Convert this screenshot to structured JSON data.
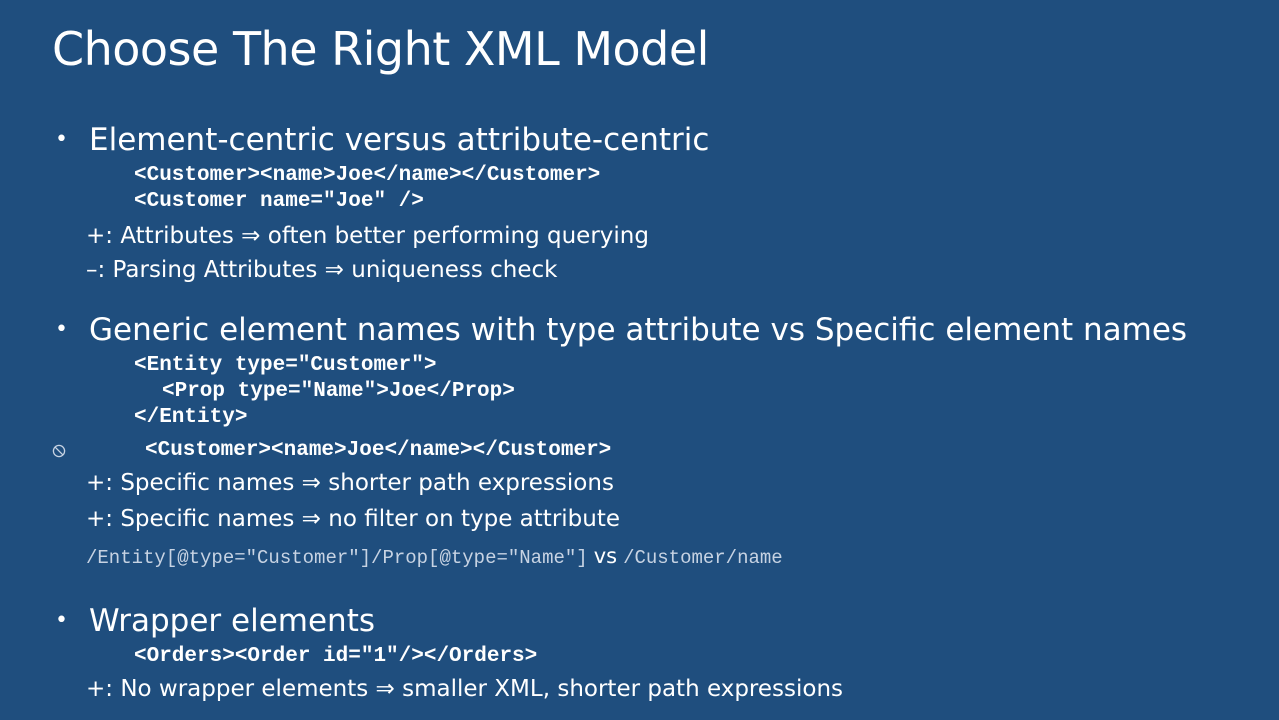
{
  "slide": {
    "title": "Choose The Right XML Model",
    "section1": {
      "heading": "Element-centric versus attribute-centric",
      "code1": "<Customer><name>Joe</name></Customer>",
      "code2": "<Customer name=\"Joe\" />",
      "note1": "+: Attributes ⇒ often better performing querying",
      "note2": "–: Parsing Attributes ⇒ uniqueness check"
    },
    "section2": {
      "heading": "Generic element names with type attribute vs Specific element names",
      "code1": "<Entity type=\"Customer\">",
      "code2": "<Prop type=\"Name\">Joe</Prop>",
      "code3": "</Entity>",
      "code4": "<Customer><name>Joe</name></Customer>",
      "note1": "+: Specific names ⇒ shorter path expressions",
      "note2": "+: Specific names ⇒ no filter on type attribute",
      "path_generic": "/Entity[@type=\"Customer\"]/Prop[@type=\"Name\"]",
      "vs_label": "vs",
      "path_specific": "/Customer/name"
    },
    "section3": {
      "heading": "Wrapper elements",
      "code1": "<Orders><Order id=\"1\"/></Orders>",
      "note1": "+: No wrapper elements ⇒ smaller XML, shorter path expressions"
    },
    "bullet_glyph": "•"
  },
  "icons": {
    "prohibit": "prohibit-icon"
  }
}
